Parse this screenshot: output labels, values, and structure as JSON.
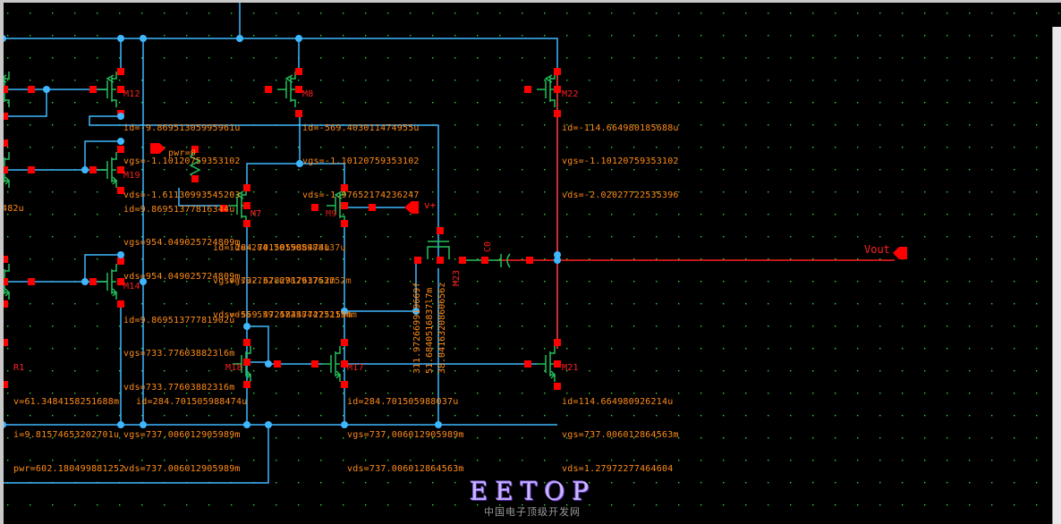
{
  "app": {
    "view": "schematic-editor",
    "background": "#000000"
  },
  "colors": {
    "wire": "#3fb7ff",
    "wire_out": "#ff2020",
    "pin": "#ff0000",
    "device": "#22c15c",
    "annotation": "#ff8c1a",
    "instance": "#ff2020",
    "grid": "#2fd63f"
  },
  "devices": [
    {
      "name": "M12",
      "type": "pmos",
      "params": [
        "id=-9.86951305995961u",
        "vgs=-1.10120759353102",
        "vds=-1.61130993545203"
      ]
    },
    {
      "name": "M8",
      "type": "pmos",
      "params": [
        "id=-569.403011474955u",
        "vgs=-1.10120759353102",
        "vds=-1.97652174236247"
      ]
    },
    {
      "name": "M22",
      "type": "pmos",
      "params": [
        "id=-114.664980185688u",
        "vgs=-1.10120759353102",
        "vds=-2.02027722535396"
      ]
    },
    {
      "name": "M19",
      "type": "nmos",
      "params": [
        "id=9.86951377816344u",
        "vgs=954.049025724809m",
        "vds=954.049025724809m"
      ]
    },
    {
      "name": "M7",
      "type": "pmos",
      "params": [
        "id=-284.701505988474u",
        "vgs=-732.678291763752m",
        "vds=-559.472584477225154m"
      ]
    },
    {
      "name": "M9",
      "type": "pmos",
      "params": [
        "id=-284.701505988137u",
        "vgs=-732.678291763752m",
        "vds=-559.4725844772154m"
      ]
    },
    {
      "name": "M14",
      "type": "nmos",
      "params": [
        "id=9.86951377781902u",
        "vgs=733.776038823l6m",
        "vds=733.77603882316m"
      ]
    },
    {
      "name": "M18",
      "type": "nmos",
      "params": [
        "id=284.701505988474u",
        "vgs=737.006012905989m",
        "vds=737.006012905989m"
      ]
    },
    {
      "name": "M17",
      "type": "nmos",
      "params": [
        "id=284.701505988037u",
        "vgs=737.006012905989m",
        "vds=737.006012864563m"
      ]
    },
    {
      "name": "M21",
      "type": "nmos",
      "params": [
        "id=114.664980926214u",
        "vgs=737.006012864563m",
        "vds=1.27972277464604"
      ]
    },
    {
      "name": "M23",
      "type": "pmos",
      "params": [
        "311.972669919669f",
        "51.6840516837l7m",
        "38.0416320860656z"
      ]
    }
  ],
  "resistor": {
    "name": "R1",
    "params": [
      "v=61.3484158251688m",
      "i=9.81574653202701u",
      "pwr=602.180499881252"
    ]
  },
  "cap": {
    "name": "C0"
  },
  "pins": {
    "vplus": "v+",
    "vout": "Vout",
    "pwr_label": "pwr=0"
  },
  "partial_text": {
    "left_cut": "482u"
  },
  "watermark": {
    "title": "EETOP",
    "subtitle": "中国电子顶级开发网"
  }
}
